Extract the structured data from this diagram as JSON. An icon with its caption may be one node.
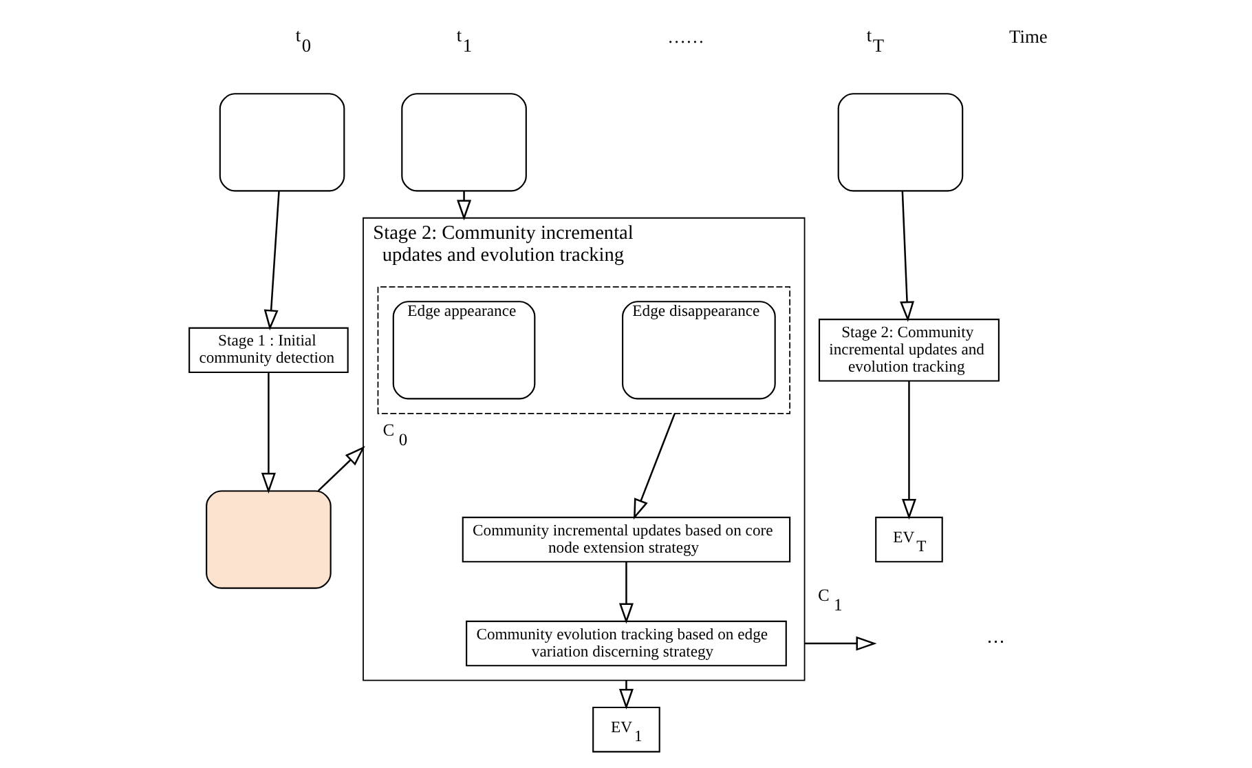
{
  "diagram": {
    "nodes": [
      {
        "text": [],
        "shape": "box"
      },
      {
        "text": [
          "Stage 1 : Initial community detection"
        ]
      },
      {
        "text": [],
        "shape": "box"
      },
      {
        "text": [],
        "shape": "box"
      },
      {
        "text": [
          "Stage 2: Community incremental updates and evolution tracking"
        ]
      },
      {
        "text": [],
        "shape": "box",
        "in": 4
      },
      {
        "text": [
          "Edge appearance"
        ],
        "in": 5
      },
      {
        "text": [
          "Edge disappearance"
        ],
        "in": 5
      },
      {
        "text": [
          "Community incremental updates based on core node extension strategy"
        ],
        "in": 4
      },
      {
        "text": [
          "Community evolution tracking based on edge variation discerning strategy"
        ],
        "in": 4
      },
      {
        "text": [
          "EV$_{1}$"
        ]
      },
      {
        "text": [],
        "shape": "box"
      },
      {
        "text": [
          "Stage 2: Community incremental updates and evolution tracking"
        ]
      },
      {
        "text": [
          "EV$_{T}$"
        ]
      }
    ],
    "edges": [
      {
        "from": 0,
        "to": 1,
        "arrow": "to"
      },
      {
        "from": 1,
        "to": 2,
        "arrow": "to"
      },
      {
        "from": 2,
        "to": 4,
        "arrow": "to",
        "label": "C$_{0}$"
      },
      {
        "from": 3,
        "to": 4,
        "arrow": "to"
      },
      {
        "from": 5,
        "to": 8,
        "arrow": "to"
      },
      {
        "from": 8,
        "to": 9,
        "arrow": "to"
      },
      {
        "from": 4,
        "to": 10,
        "arrow": "to"
      },
      {
        "from": 4,
        "to": null,
        "arrow": "to",
        "label": "C$_{1}$"
      },
      {
        "from": 11,
        "to": 12,
        "arrow": "to"
      },
      {
        "from": 12,
        "to": 13,
        "arrow": "to"
      }
    ],
    "labels": [
      "t$_{0}$",
      "t$_{1}$",
      "t$_{T}$",
      "Time",
      "……",
      "⋯"
    ]
  }
}
